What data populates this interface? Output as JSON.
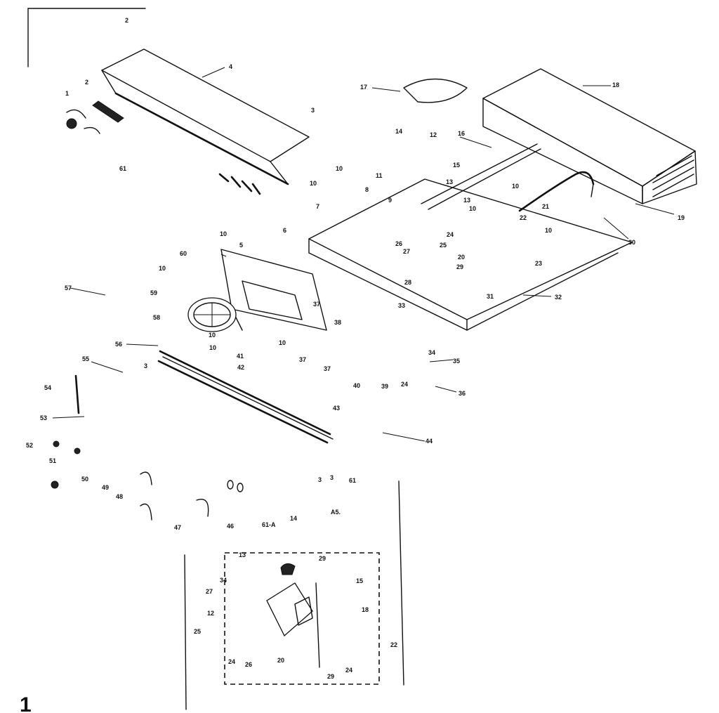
{
  "figure": {
    "page_number": "1",
    "detail_label": "A5.",
    "detail_ref": "61-A"
  },
  "callouts": [
    "2",
    "4",
    "2",
    "1",
    "3",
    "61",
    "17",
    "18",
    "14",
    "12",
    "16",
    "15",
    "10",
    "11",
    "10",
    "10",
    "7",
    "8",
    "9",
    "13",
    "13",
    "10",
    "21",
    "22",
    "19",
    "10",
    "5",
    "6",
    "26",
    "27",
    "25",
    "24",
    "10",
    "23",
    "60",
    "10",
    "57",
    "59",
    "58",
    "28",
    "31",
    "32",
    "30",
    "29",
    "20",
    "37",
    "33",
    "10",
    "10",
    "38",
    "41",
    "10",
    "37",
    "34",
    "56",
    "55",
    "3",
    "42",
    "37",
    "35",
    "36",
    "40",
    "39",
    "24",
    "54",
    "43",
    "53",
    "44",
    "52",
    "51",
    "50",
    "49",
    "3",
    "3",
    "61",
    "48",
    "47",
    "46",
    "14",
    "13",
    "29",
    "34",
    "15",
    "27",
    "12",
    "18",
    "25",
    "24",
    "26",
    "20",
    "29",
    "24",
    "22"
  ]
}
